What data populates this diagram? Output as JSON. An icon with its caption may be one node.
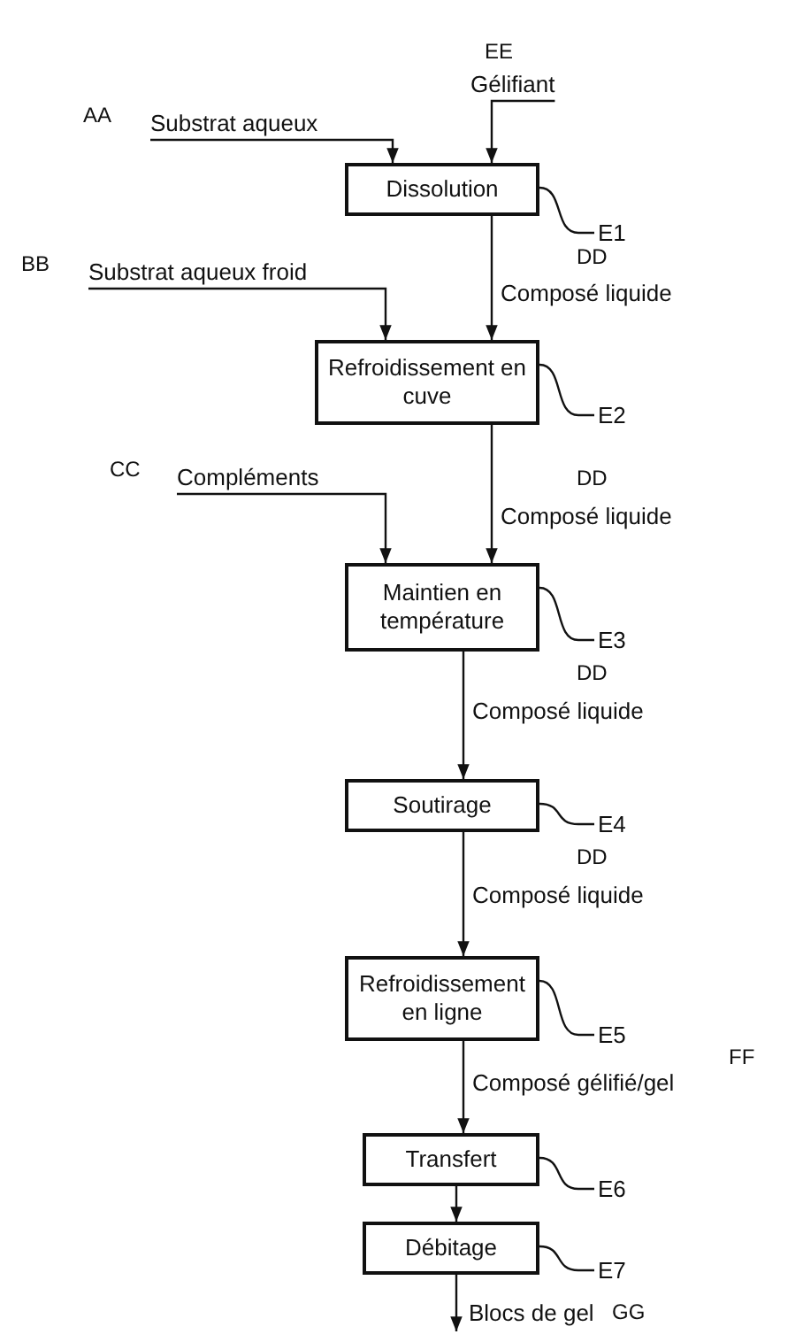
{
  "diagram": {
    "nodes": [
      {
        "text": [
          "Substrat aqueux"
        ],
        "beside": [
          "AA"
        ]
      },
      {
        "text": [
          "Gélifiant"
        ],
        "beside": [
          "EE"
        ]
      },
      {
        "text": [
          "Dissolution"
        ]
      },
      {
        "text": [
          "E1"
        ]
      },
      {
        "text": [
          "Substrat aqueux froid"
        ],
        "beside": [
          "BB"
        ]
      },
      {
        "text": [
          "Refroidissement en cuve"
        ]
      },
      {
        "text": [
          "E2"
        ]
      },
      {
        "text": [
          "Compléments"
        ],
        "beside": [
          "CC"
        ]
      },
      {
        "text": [
          "Maintien en température"
        ]
      },
      {
        "text": [
          "E3"
        ]
      },
      {
        "text": [
          "Soutirage"
        ]
      },
      {
        "text": [
          "E4"
        ]
      },
      {
        "text": [
          "Refroidissement en ligne"
        ]
      },
      {
        "text": [
          "E5"
        ]
      },
      {
        "text": [
          "Transfert"
        ]
      },
      {
        "text": [
          "E6"
        ]
      },
      {
        "text": [
          "Débitage"
        ]
      },
      {
        "text": [
          "E7"
        ]
      }
    ],
    "edges": [
      {
        "from": 0,
        "to": 2,
        "arrow": "to"
      },
      {
        "from": 1,
        "to": 2,
        "arrow": "to"
      },
      {
        "from": 3,
        "to": 2,
        "arrow": "none"
      },
      {
        "from": 2,
        "to": 5,
        "arrow": "to",
        "label": "Composé liquide"
      },
      {
        "from": 4,
        "to": 5,
        "arrow": "to"
      },
      {
        "from": 6,
        "to": 5,
        "arrow": "none"
      },
      {
        "from": 5,
        "to": 8,
        "arrow": "to",
        "label": "Composé liquide"
      },
      {
        "from": 7,
        "to": 8,
        "arrow": "to"
      },
      {
        "from": 9,
        "to": 8,
        "arrow": "none"
      },
      {
        "from": 8,
        "to": 10,
        "arrow": "to",
        "label": "Composé liquide"
      },
      {
        "from": 11,
        "to": 10,
        "arrow": "none"
      },
      {
        "from": 10,
        "to": 12,
        "arrow": "to",
        "label": "Composé liquide"
      },
      {
        "from": 13,
        "to": 12,
        "arrow": "none"
      },
      {
        "from": 12,
        "to": 14,
        "arrow": "to",
        "label": "Composé gélifié/gel"
      },
      {
        "from": 15,
        "to": 14,
        "arrow": "none"
      },
      {
        "from": 14,
        "to": 16,
        "arrow": "to"
      },
      {
        "from": 17,
        "to": 16,
        "arrow": "none"
      },
      {
        "from": 16,
        "to": null,
        "arrow": "to",
        "label": "Blocs de gel"
      }
    ],
    "labels": [
      "DD",
      "DD",
      "DD",
      "DD",
      "FF",
      "GG"
    ]
  }
}
